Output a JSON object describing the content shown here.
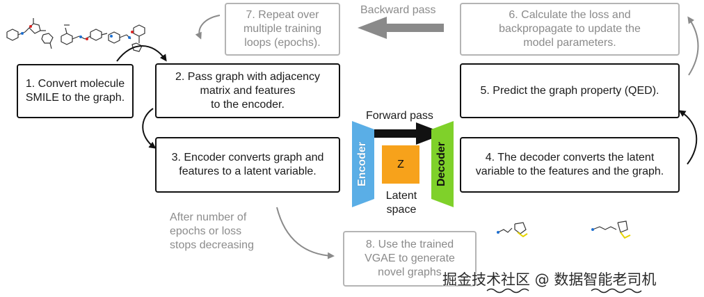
{
  "steps": {
    "s1": "1. Convert molecule\nSMILE to the graph.",
    "s2": "2. Pass graph with adjacency\nmatrix and features\nto the encoder.",
    "s3": "3. Encoder converts graph and\nfeatures to a latent variable.",
    "s4": "4. The decoder converts the latent\nvariable to the features and the graph.",
    "s5": "5. Predict the graph property (QED).",
    "s6": "6. Calculate the loss and\nbackpropagate to update the\nmodel parameters.",
    "s7": "7. Repeat over\nmultiple training\nloops (epochs).",
    "s8": "8. Use the trained\nVGAE to generate\nnovel graphs"
  },
  "labels": {
    "backward": "Backward pass",
    "forward": "Forward pass",
    "encoder": "Encoder",
    "decoder": "Decoder",
    "z": "Z",
    "latent": "Latent\nspace",
    "stop": "After number of\nepochs or loss\nstops decreasing"
  },
  "watermark": "掘金技术社区 @ 数据智能老司机",
  "colors": {
    "encoder": "#5aaee6",
    "decoder": "#7fd12a",
    "latent": "#f7a21b",
    "arrow_gray": "#8a8a8a"
  }
}
